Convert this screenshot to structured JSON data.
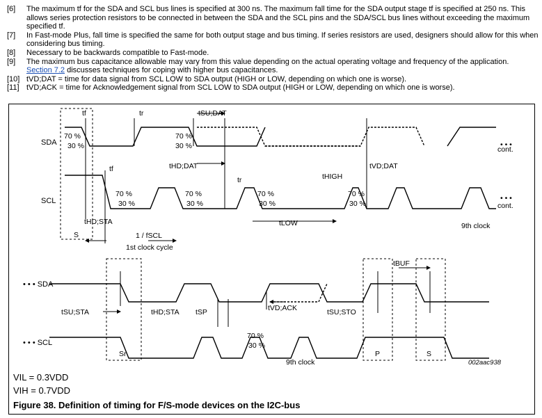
{
  "notes": [
    {
      "num": "[6]",
      "text": "The maximum tf for the SDA and SCL bus lines is specified at 300 ns. The maximum fall time for the SDA output stage tf is specified at 250 ns. This allows series protection resistors to be connected in between the SDA and the SCL pins and the SDA/SCL bus lines without exceeding the maximum specified tf."
    },
    {
      "num": "[7]",
      "text": "In Fast-mode Plus, fall time is specified the same for both output stage and bus timing. If series resistors are used, designers should allow for this when considering bus timing."
    },
    {
      "num": "[8]",
      "text": "Necessary to be backwards compatible to Fast-mode."
    },
    {
      "num": "[9]",
      "text": "The maximum bus capacitance allowable may vary from this value depending on the actual operating voltage and frequency of the application.",
      "link": "Section 7.2",
      "rest": " discusses techniques for coping with higher bus capacitances."
    },
    {
      "num": "[10]",
      "text": "tVD;DAT = time for data signal from SCL LOW to SDA output (HIGH or LOW, depending on which one is worse)."
    },
    {
      "num": "[11]",
      "text": "tVD;ACK = time for Acknowledgement signal from SCL LOW to SDA output (HIGH or LOW, depending on which one is worse)."
    }
  ],
  "diagram": {
    "sda": "SDA",
    "scl": "SCL",
    "sda2": "• • •  SDA",
    "scl2": "• • •  SCL",
    "p70": "70 %",
    "p30": "30 %",
    "tf": "tf",
    "tr": "tr",
    "tsudat": "tSU;DAT",
    "thddat": "tHD;DAT",
    "tvddat": "tVD;DAT",
    "thdsta": "tHD;STA",
    "thigh": "tHIGH",
    "tlow": "tLOW",
    "fscl": "1 / fSCL",
    "firstclock": "1st clock cycle",
    "ninthclock": "9th clock",
    "cont": "cont.",
    "dots": "• • •",
    "s": "S",
    "sr": "Sr",
    "p": "P",
    "tsusta": "tSU;STA",
    "thdsta2": "tHD;STA",
    "tsp": "tSP",
    "tvdack": "tVD;ACK",
    "tsusto": "tSU;STO",
    "tbuf": "tBUF",
    "code": "002aac938",
    "vil": "VIL = 0.3VDD",
    "vih": "VIH = 0.7VDD",
    "caption": "Figure 38.  Definition of timing for F/S-mode devices on the I2C-bus"
  }
}
